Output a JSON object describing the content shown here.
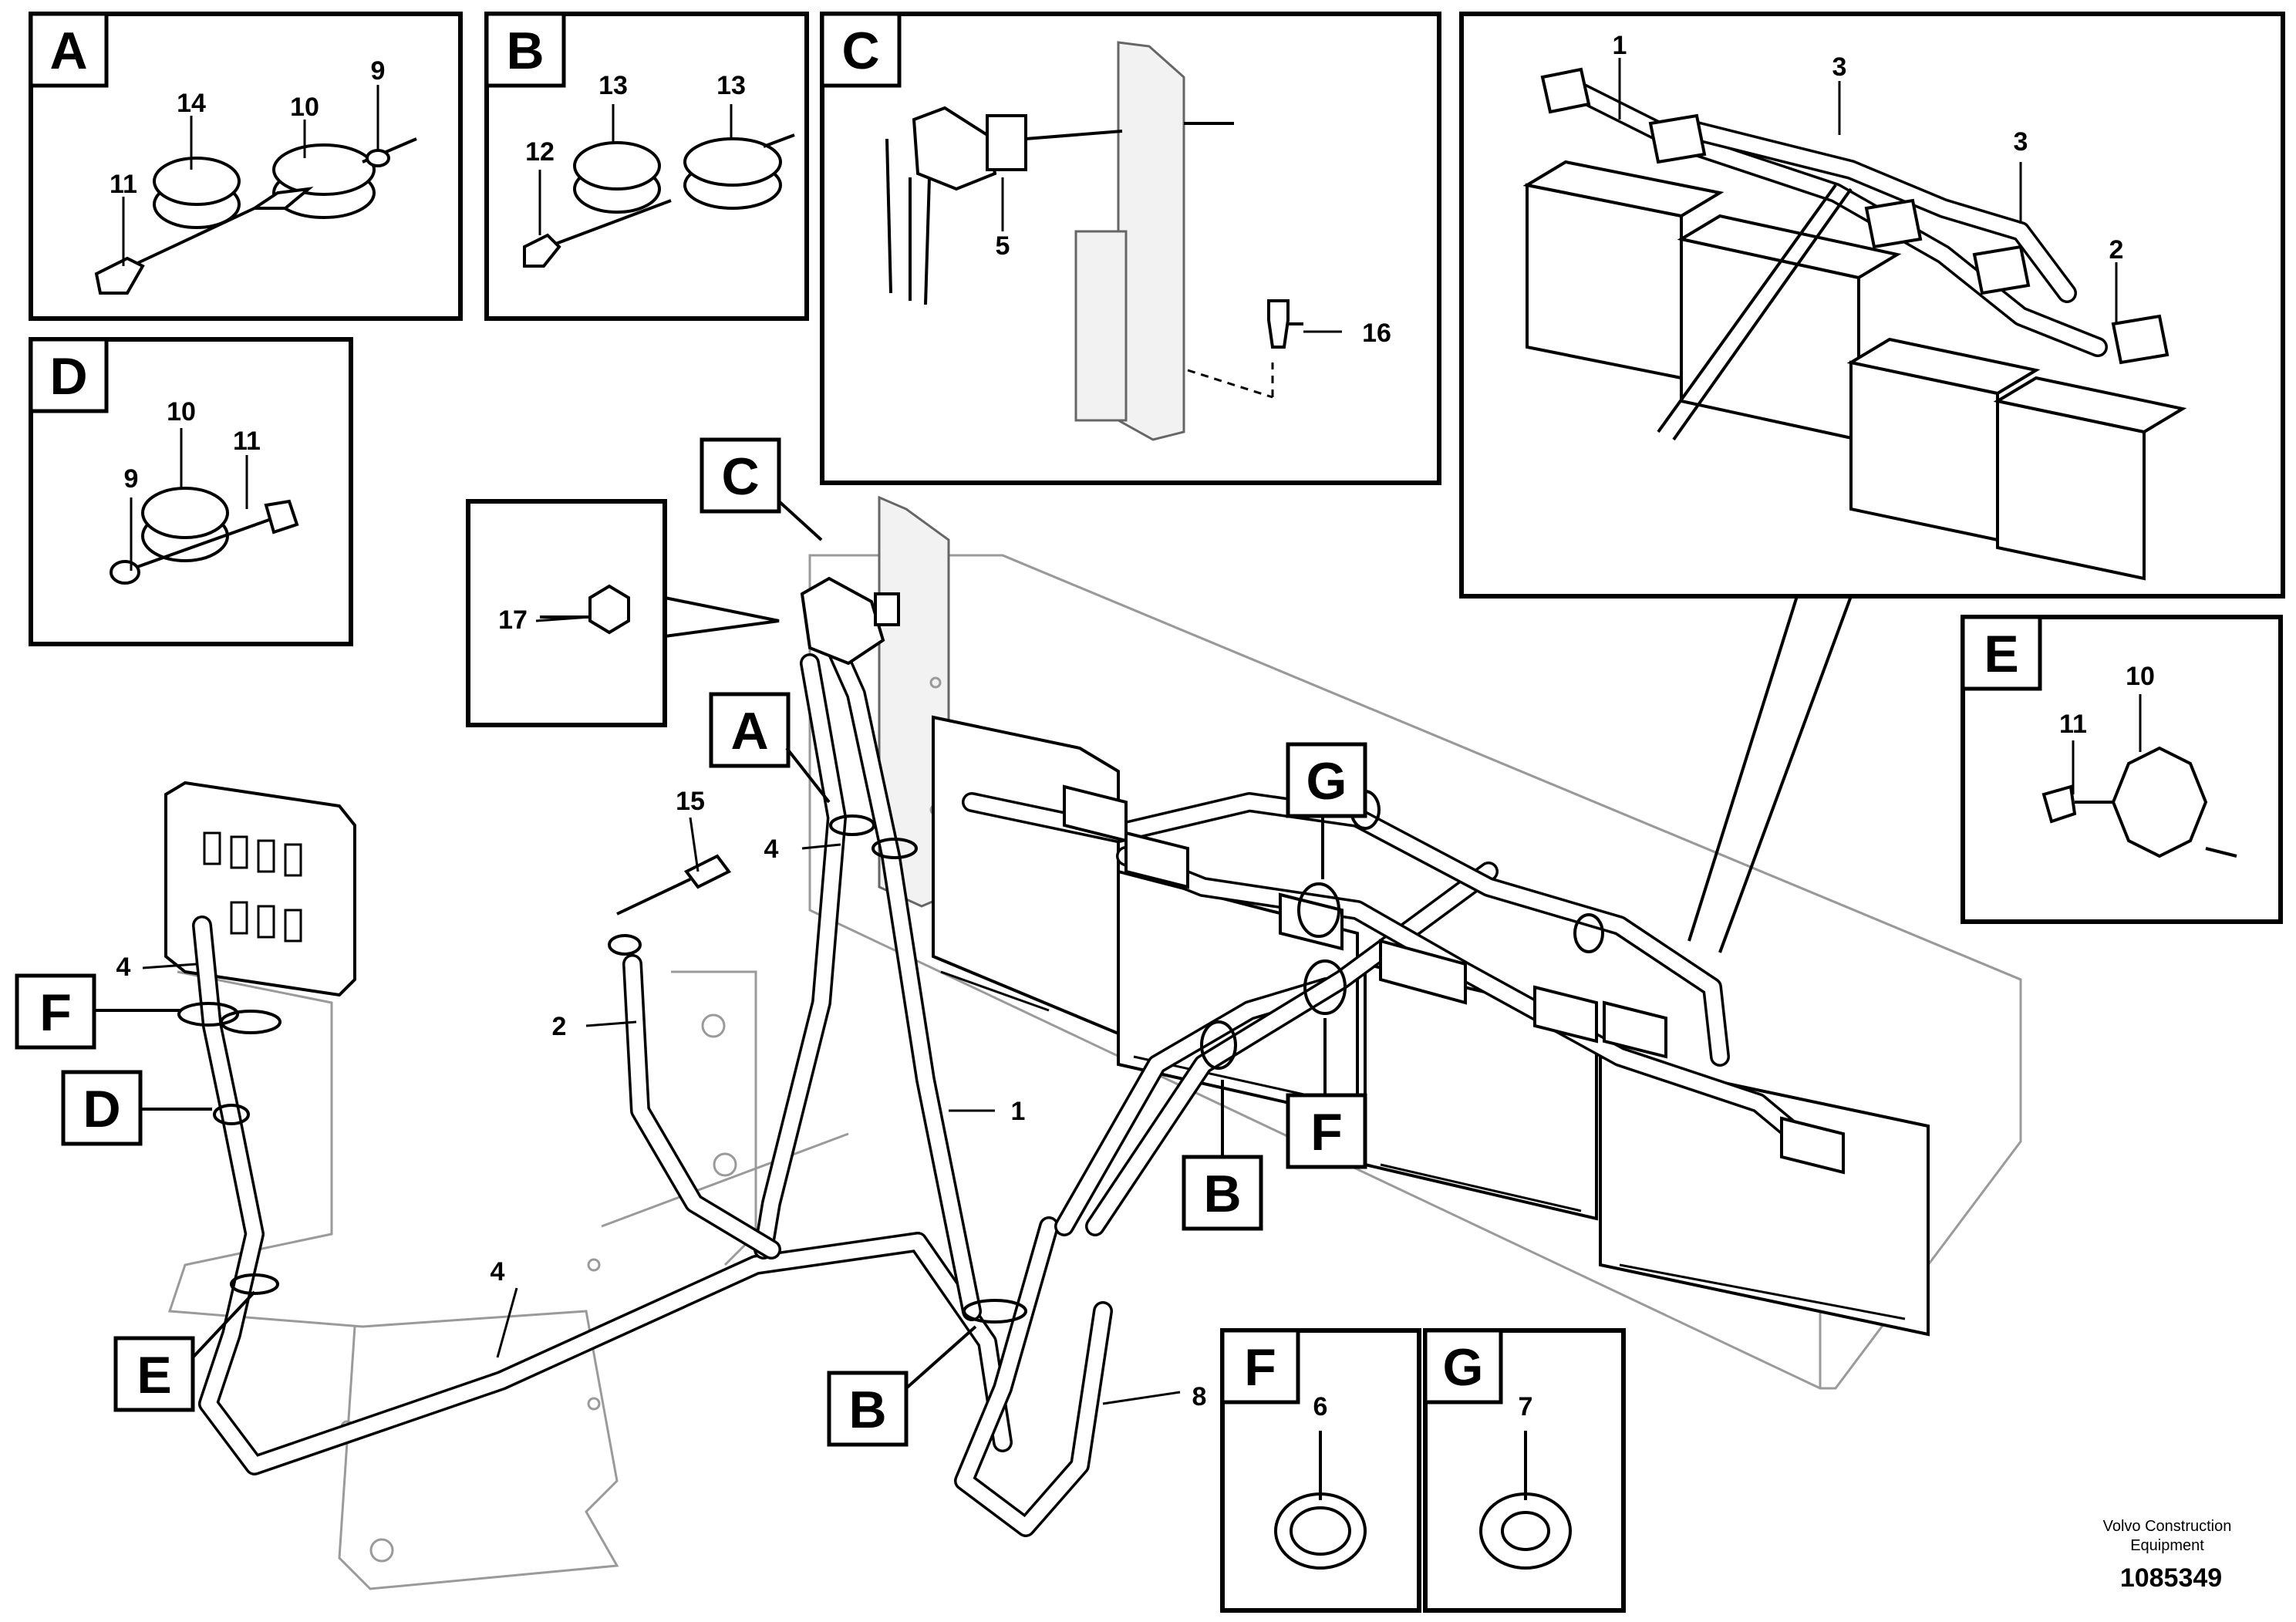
{
  "callouts": {
    "n1": "1",
    "n2": "2",
    "n3": "3",
    "n4": "4",
    "n5": "5",
    "n6": "6",
    "n7": "7",
    "n8": "8",
    "n9": "9",
    "n10": "10",
    "n11": "11",
    "n12": "12",
    "n13": "13",
    "n14": "14",
    "n15": "15",
    "n16": "16",
    "n17": "17"
  },
  "letters": {
    "A": "A",
    "B": "B",
    "C": "C",
    "D": "D",
    "E": "E",
    "F": "F",
    "G": "G"
  },
  "footer": {
    "credit_line1": "Volvo Construction",
    "credit_line2": "Equipment",
    "document_number": "1085349"
  }
}
